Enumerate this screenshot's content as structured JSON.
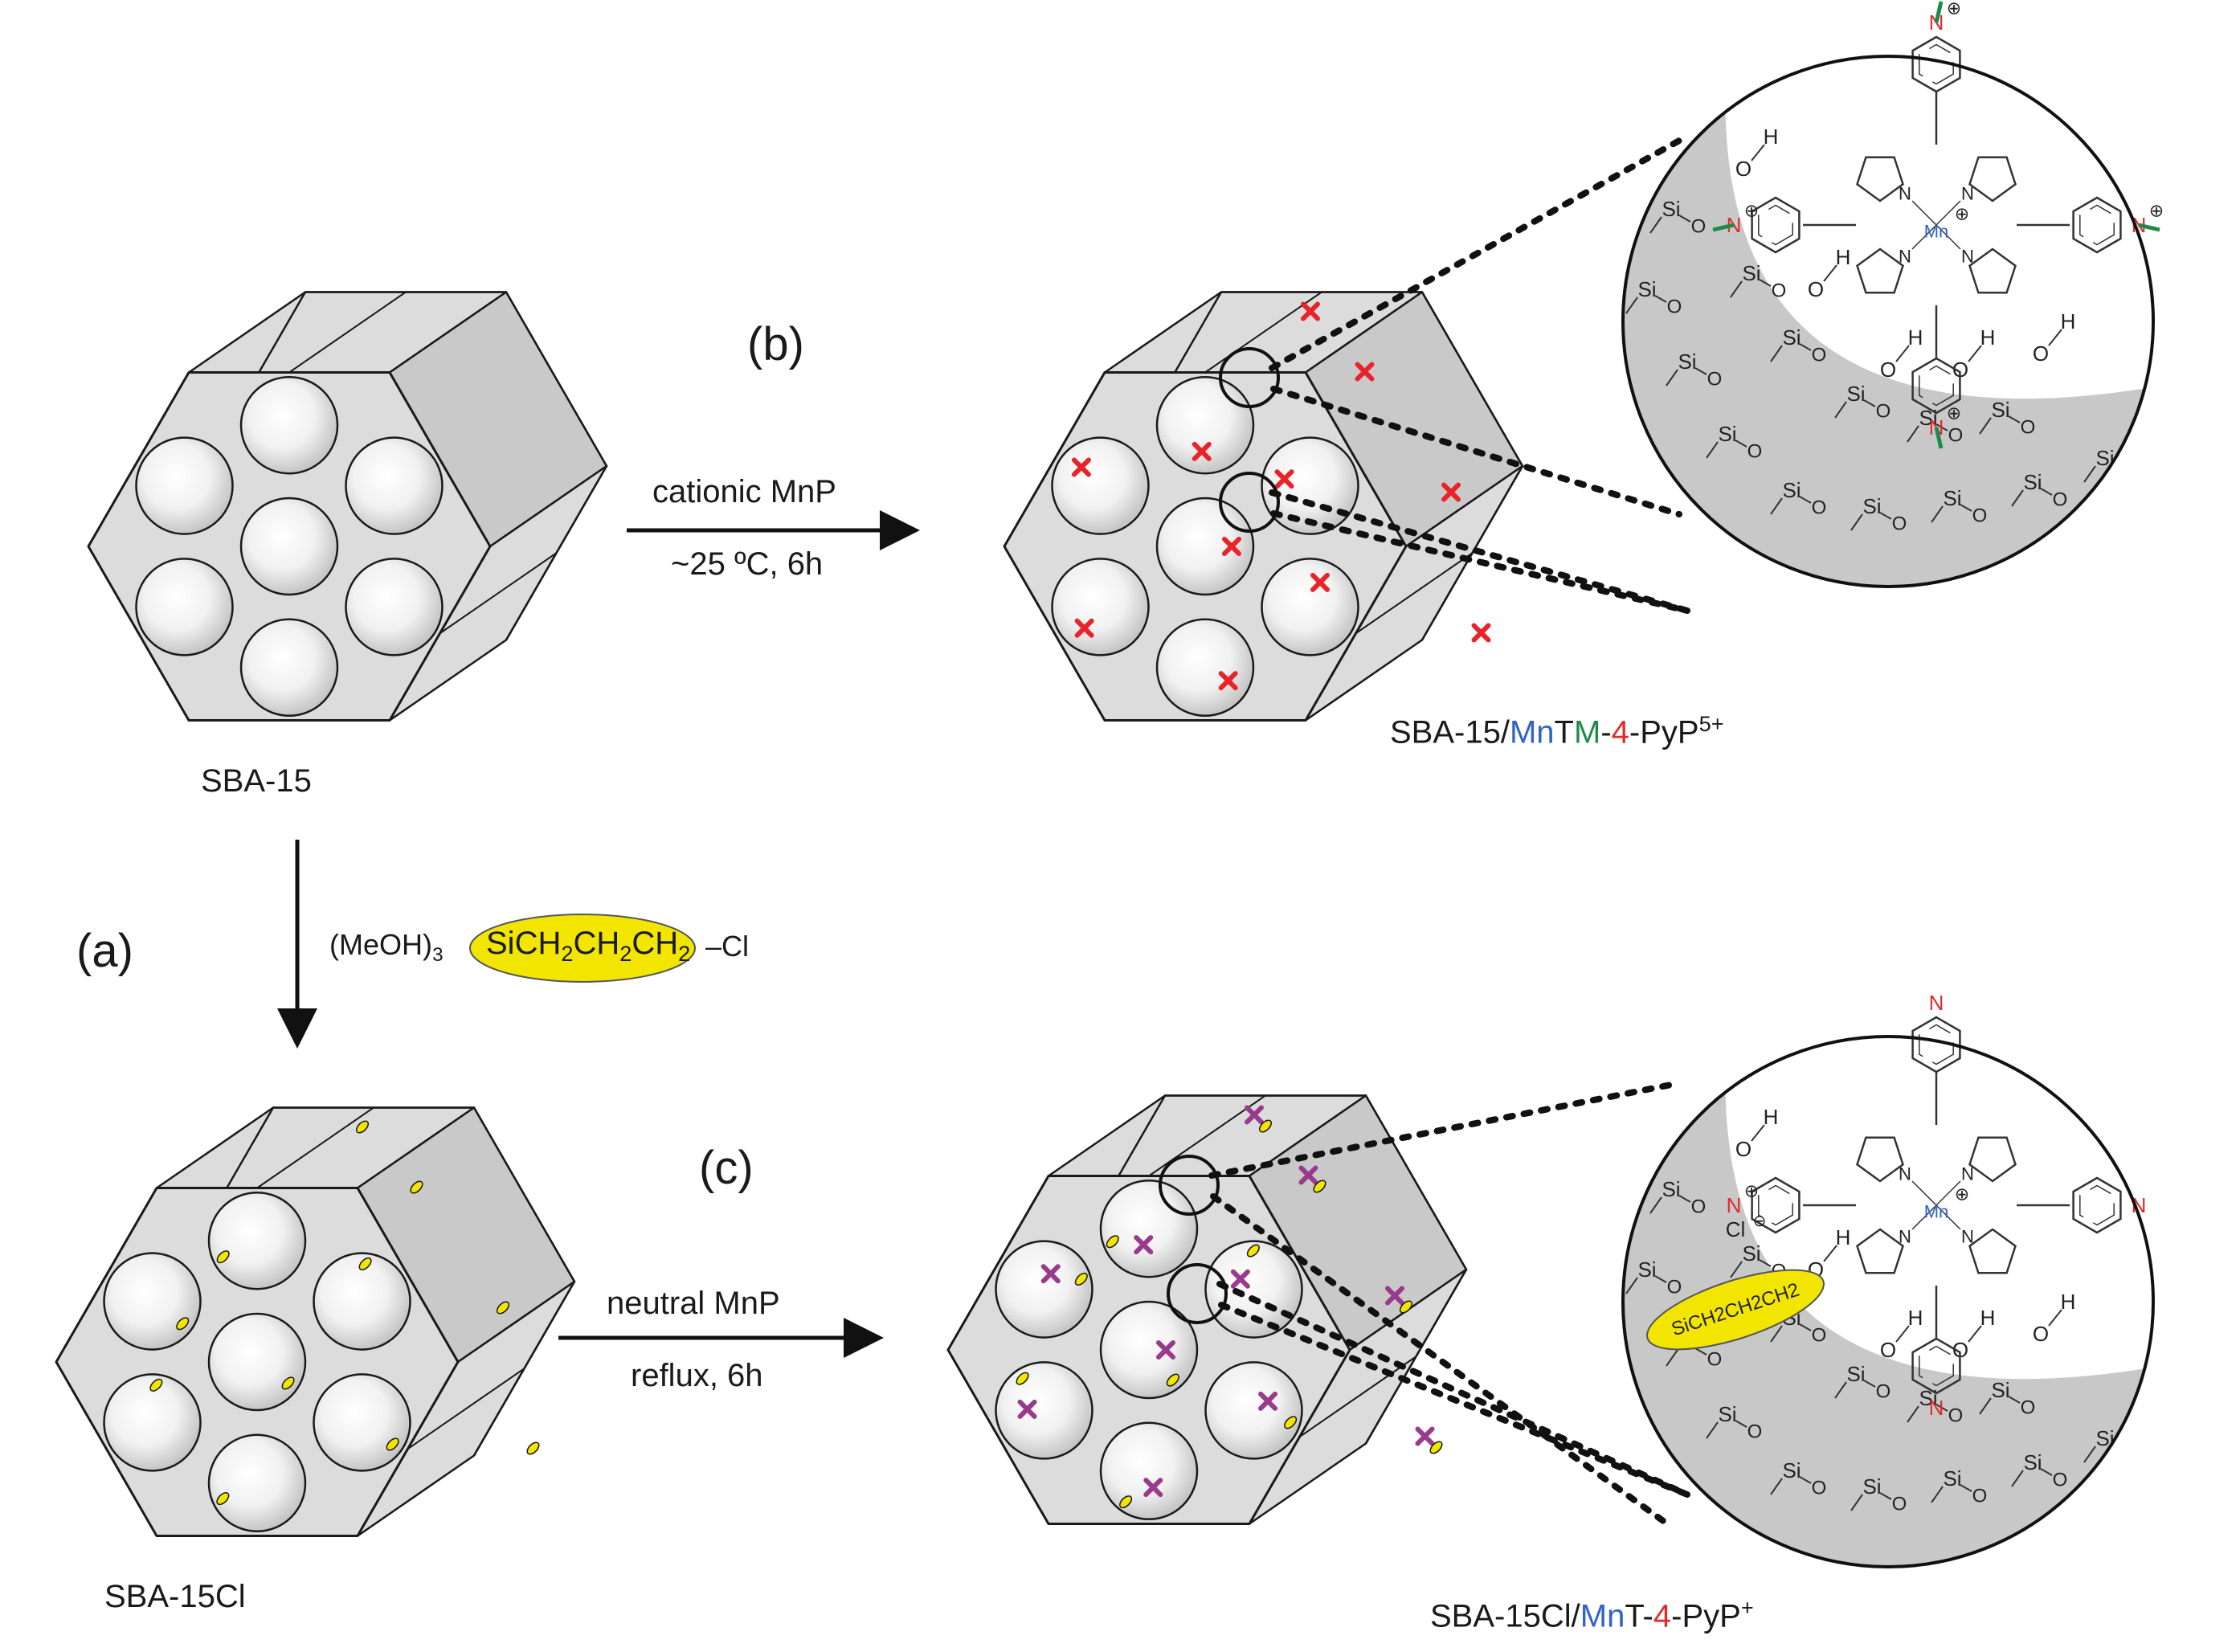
{
  "step_labels": {
    "a": "(a)",
    "b": "(b)",
    "c": "(c)"
  },
  "conditions": {
    "b": {
      "reagent": "cationic MnP",
      "conditions": "~25 ºC, 6h"
    },
    "c": {
      "reagent": "neutral MnP",
      "conditions": "reflux, 6h"
    }
  },
  "reagent_a": {
    "prefix": "(MeOH)",
    "prefix_sub": "3",
    "oval_parts": [
      "SiCH",
      "2",
      "CH",
      "2",
      "CH",
      "2"
    ],
    "suffix": "–Cl"
  },
  "materials": {
    "sba15": "SBA-15",
    "sba15cl": "SBA-15Cl",
    "top_product": {
      "p1": "SBA-15/",
      "mn": "Mn",
      "t": "T",
      "m": "M",
      "d1": "-",
      "four": "4",
      "d2": "-PyP",
      "charge": "5+"
    },
    "bottom_product": {
      "p1": "SBA-15Cl/",
      "mn": "Mn",
      "t": "T-",
      "four": "4",
      "d2": "-PyP",
      "charge": "+"
    }
  },
  "atoms": {
    "si": "Si",
    "o": "O",
    "h": "H",
    "n": "N",
    "mn": "Mn",
    "cl": "Cl",
    "plus": "⊕",
    "minus": "⊖",
    "linker": [
      "SiCH",
      "2",
      "CH",
      "2",
      "CH",
      "2"
    ]
  },
  "colors": {
    "silica_face": "#dcdcdc",
    "silica_side": "#c9c9c9",
    "pore_center": "#ffffff",
    "pore_edge": "#c4c4c4",
    "outline": "#1a1a1a",
    "cationic_mnp_mark": "#e8232a",
    "neutral_mnp_mark": "#9a3a8c",
    "chloropropyl_group": "#f2e600",
    "mn_text": "#2f63c8",
    "methyl_text": "#1e8a4a",
    "nitrogen_text": "#e02b2b",
    "silica_zone": "#c8c8c8"
  },
  "icons": {
    "cationic_mnp": "red-cross-mark",
    "neutral_mnp": "purple-cross-mark",
    "chloropropyl": "yellow-oval-mark"
  }
}
